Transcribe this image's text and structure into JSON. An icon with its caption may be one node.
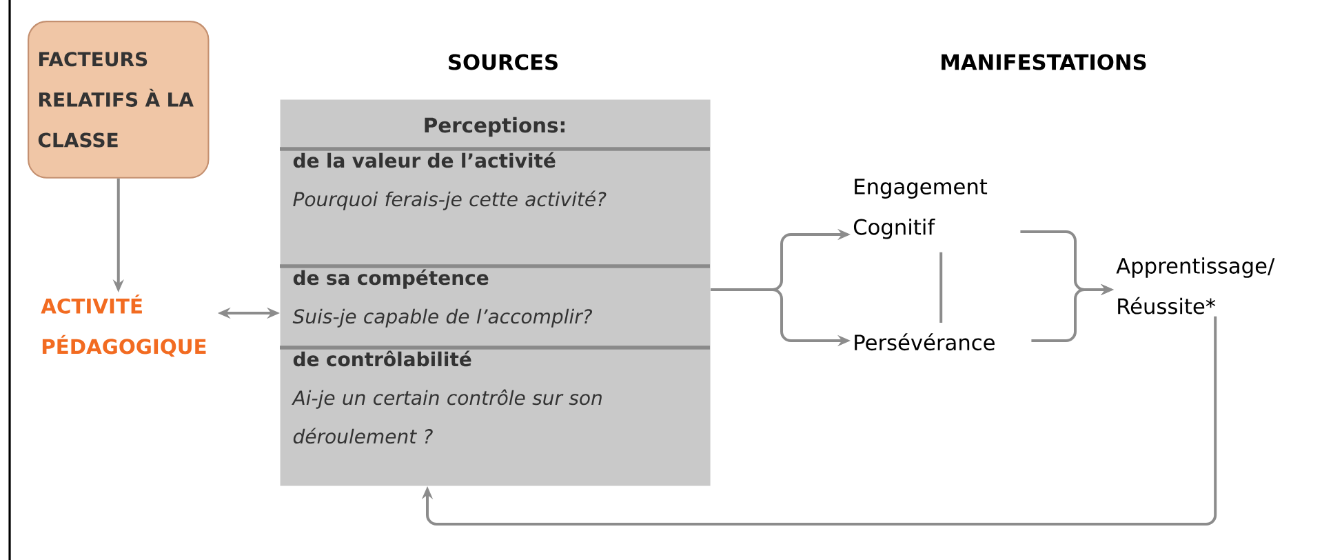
{
  "diagram": {
    "nodes": [
      {
        "text": [
          "FACTEURS RELATIFS À LA CLASSE"
        ]
      },
      {
        "text": [
          "ACTIVITÉ PÉDAGOGIQUE"
        ]
      },
      {
        "text": [
          "Perceptions:"
        ]
      },
      {
        "text": [
          "de la valeur de l’activité",
          "Pourquoi ferais-je cette activité?"
        ],
        "in": 2
      },
      {
        "text": [
          "de sa compétence",
          "Suis-je capable de l’accomplir?"
        ],
        "in": 2
      },
      {
        "text": [
          "de contrôlabilité",
          "Ai-je un certain contrôle sur son déroulement ?"
        ],
        "in": 2
      },
      {
        "text": [
          "Engagement Cognitif"
        ]
      },
      {
        "text": [
          "Persévérance"
        ]
      },
      {
        "text": [
          "Apprentissage/ Réussite*"
        ]
      }
    ],
    "edges": [
      {
        "from": 0,
        "to": 1,
        "arrow": "to"
      },
      {
        "from": 1,
        "to": 2,
        "arrow": "both"
      },
      {
        "from": 2,
        "to": 6,
        "arrow": "to"
      },
      {
        "from": 2,
        "to": 7,
        "arrow": "to"
      },
      {
        "from": 6,
        "to": 7,
        "arrow": "none"
      },
      {
        "from": 6,
        "to": 8,
        "arrow": "to"
      },
      {
        "from": 7,
        "to": 8,
        "arrow": "to"
      },
      {
        "from": 8,
        "to": 2,
        "arrow": "to"
      }
    ],
    "labels": [
      "SOURCES",
      "MANIFESTATIONS"
    ]
  }
}
